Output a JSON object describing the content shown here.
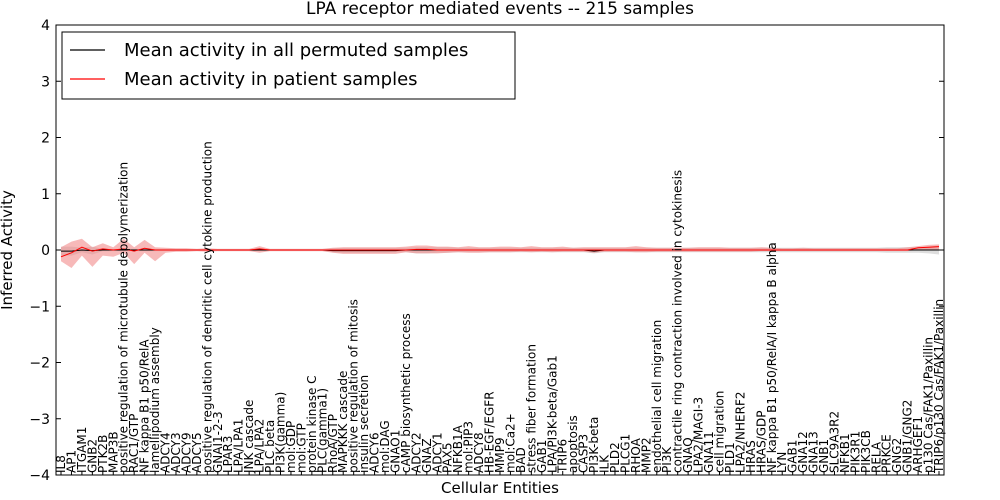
{
  "chart_data": {
    "type": "line",
    "title": "LPA receptor mediated events -- 215 samples",
    "xlabel": "Cellular Entities",
    "ylabel": "Inferred Activity",
    "ylim": [
      -4,
      4
    ],
    "yticks": [
      "−4",
      "−3",
      "−2",
      "−1",
      "0",
      "1",
      "2",
      "3",
      "4"
    ],
    "legend_position": "top-left",
    "colors": {
      "permuted": "#000000",
      "patient": "#ff0000",
      "patient_band": "#f08080",
      "permuted_band": "#c8c8c8"
    },
    "categories": [
      "IL8",
      "AP1",
      "ITGAM1",
      "GNB2",
      "PTK2B",
      "MAP3B",
      "positive regulation of microtubule depolymerization",
      "RAC1/GTP",
      "NF kappa B1 p50/RelA",
      "lamellipodium assembly",
      "ADCY4",
      "ADCY3",
      "ADCY9",
      "ADCY5",
      "positive regulation of dendritic cell cytokine production",
      "GNAI1-2-3",
      "LPAR3",
      "LPA/LPA1",
      "JNK cascade",
      "LPA/LPA2",
      "PLC beta",
      "PI3K(gamma)",
      "mol:GDP",
      "mol:GTP",
      "protein kinase C",
      "PLC(gamma1)",
      "RhoA/GTP",
      "MAPKKK cascade",
      "positive regulation of mitosis",
      "insulin secretion",
      "ADCY6",
      "mol:DAG",
      "GNAO1",
      "cAMP biosynthetic process",
      "ADCY2",
      "GNAZ",
      "ADCY1",
      "PAX5",
      "NFKB1A",
      "mol:PIP3",
      "ADCY8",
      "HB-EGF/EGFR",
      "MMP9",
      "mol:Ca2+",
      "BAD",
      "stress fiber formation",
      "GAB1",
      "LPA/PI3K-beta/Gab1",
      "TRIP6",
      "apoptosis",
      "CASP3",
      "PI3K-beta",
      "ILK",
      "PLD2",
      "PLCG1",
      "RHOA",
      "MMP2",
      "endothelial cell migration",
      "PI3K",
      "contractile ring contraction involved in cytokinesis",
      "GNAQ",
      "LPA2/MAGI-3",
      "GNA11",
      "cell migration",
      "PLD1",
      "LPA2/NHERF2",
      "HRAS",
      "HRAS/GDP",
      "NF kappa B1 p50/RelA/I kappa B alpha",
      "LYN",
      "GAB1",
      "GNA12",
      "GNA13",
      "GNB1",
      "SLC9A3R2",
      "NFKB1",
      "PIK3R1",
      "PIK3CB",
      "RELA",
      "PRKCE",
      "GNG2",
      "GNB1/GNG2",
      "ARHGEF1",
      "p130 Cas/FAK1/Paxillin",
      "TRIP6/p130 Cas/FAK1/Paxillin"
    ],
    "series": [
      {
        "name": "Mean activity in all permuted samples",
        "values": [
          -0.02,
          -0.02,
          0.0,
          -0.01,
          0.0,
          0.0,
          0.0,
          0.0,
          0.0,
          0.0,
          0.0,
          0.0,
          0.0,
          0.0,
          0.0,
          0.0,
          0.0,
          0.0,
          0.0,
          0.0,
          0.0,
          0.0,
          0.0,
          0.0,
          0.0,
          0.0,
          -0.01,
          -0.01,
          -0.01,
          -0.01,
          -0.01,
          -0.01,
          -0.01,
          0.0,
          0.0,
          0.0,
          0.0,
          0.0,
          0.0,
          0.0,
          0.0,
          0.0,
          0.0,
          0.0,
          0.0,
          0.0,
          0.0,
          0.0,
          0.0,
          0.0,
          0.0,
          -0.02,
          0.0,
          0.0,
          0.0,
          0.0,
          0.0,
          0.0,
          0.0,
          0.0,
          0.0,
          0.0,
          0.0,
          0.0,
          0.0,
          0.0,
          0.0,
          0.0,
          0.0,
          0.0,
          0.0,
          0.0,
          0.0,
          0.0,
          0.0,
          0.0,
          0.0,
          0.0,
          0.0,
          0.0,
          0.0,
          0.0,
          0.0,
          0.0,
          0.0
        ],
        "lower": [
          -0.1,
          -0.1,
          -0.04,
          -0.08,
          -0.02,
          -0.02,
          -0.02,
          -0.02,
          -0.02,
          -0.02,
          -0.02,
          -0.02,
          -0.02,
          -0.02,
          -0.02,
          -0.02,
          -0.02,
          -0.02,
          -0.02,
          -0.02,
          -0.02,
          -0.02,
          -0.02,
          -0.02,
          -0.02,
          -0.02,
          -0.04,
          -0.05,
          -0.05,
          -0.05,
          -0.05,
          -0.05,
          -0.04,
          -0.04,
          -0.06,
          -0.06,
          -0.05,
          -0.05,
          -0.04,
          -0.04,
          -0.04,
          -0.04,
          -0.04,
          -0.04,
          -0.04,
          -0.04,
          -0.04,
          -0.04,
          -0.04,
          -0.04,
          -0.04,
          -0.06,
          -0.04,
          -0.04,
          -0.04,
          -0.04,
          -0.04,
          -0.04,
          -0.04,
          -0.04,
          -0.04,
          -0.04,
          -0.04,
          -0.04,
          -0.04,
          -0.04,
          -0.04,
          -0.04,
          -0.04,
          -0.04,
          -0.04,
          -0.04,
          -0.04,
          -0.04,
          -0.04,
          -0.04,
          -0.04,
          -0.04,
          -0.04,
          -0.05,
          -0.05,
          -0.05,
          -0.05,
          -0.06,
          -0.08
        ],
        "upper": [
          0.06,
          0.06,
          0.04,
          0.06,
          0.02,
          0.02,
          0.02,
          0.02,
          0.02,
          0.02,
          0.02,
          0.02,
          0.02,
          0.02,
          0.02,
          0.02,
          0.02,
          0.02,
          0.02,
          0.02,
          0.02,
          0.02,
          0.02,
          0.02,
          0.02,
          0.02,
          0.03,
          0.04,
          0.04,
          0.04,
          0.04,
          0.04,
          0.04,
          0.04,
          0.05,
          0.05,
          0.05,
          0.05,
          0.04,
          0.04,
          0.04,
          0.04,
          0.04,
          0.04,
          0.04,
          0.04,
          0.04,
          0.04,
          0.04,
          0.04,
          0.04,
          0.04,
          0.04,
          0.04,
          0.04,
          0.04,
          0.04,
          0.04,
          0.04,
          0.04,
          0.04,
          0.04,
          0.04,
          0.04,
          0.04,
          0.04,
          0.04,
          0.04,
          0.04,
          0.04,
          0.04,
          0.04,
          0.04,
          0.04,
          0.04,
          0.04,
          0.04,
          0.04,
          0.04,
          0.05,
          0.05,
          0.05,
          0.05,
          0.06,
          0.08
        ]
      },
      {
        "name": "Mean activity in patient samples",
        "values": [
          -0.12,
          -0.05,
          0.05,
          -0.02,
          0.02,
          0.0,
          0.02,
          -0.02,
          0.03,
          0.0,
          0.0,
          0.0,
          0.0,
          0.0,
          0.0,
          0.0,
          0.0,
          0.0,
          0.0,
          0.02,
          0.0,
          0.0,
          0.0,
          0.0,
          0.0,
          0.0,
          0.0,
          0.0,
          0.0,
          0.0,
          0.0,
          0.0,
          0.0,
          0.0,
          0.01,
          0.01,
          0.0,
          0.0,
          0.0,
          0.0,
          0.0,
          0.0,
          0.0,
          0.0,
          0.0,
          0.0,
          0.0,
          0.0,
          0.0,
          0.0,
          0.0,
          0.0,
          0.0,
          0.0,
          0.0,
          0.0,
          0.0,
          0.0,
          0.0,
          0.0,
          0.0,
          0.0,
          0.0,
          0.0,
          0.0,
          0.0,
          0.0,
          0.0,
          0.0,
          0.0,
          0.0,
          0.0,
          0.0,
          0.0,
          0.0,
          0.0,
          0.0,
          0.0,
          0.0,
          0.0,
          0.0,
          0.0,
          0.04,
          0.05,
          0.06
        ],
        "lower": [
          -0.2,
          -0.32,
          -0.1,
          -0.3,
          -0.1,
          -0.12,
          -0.05,
          -0.25,
          -0.05,
          -0.2,
          -0.05,
          -0.03,
          -0.03,
          -0.02,
          -0.03,
          -0.02,
          -0.02,
          -0.02,
          -0.02,
          -0.05,
          -0.02,
          -0.02,
          -0.02,
          -0.02,
          -0.02,
          -0.02,
          -0.05,
          -0.07,
          -0.07,
          -0.07,
          -0.07,
          -0.07,
          -0.07,
          -0.04,
          -0.06,
          -0.06,
          -0.06,
          -0.05,
          -0.04,
          -0.05,
          -0.05,
          -0.04,
          -0.04,
          -0.04,
          -0.03,
          -0.04,
          -0.03,
          -0.04,
          -0.03,
          -0.03,
          -0.03,
          -0.05,
          -0.03,
          -0.03,
          -0.03,
          -0.04,
          -0.04,
          -0.03,
          -0.03,
          -0.03,
          -0.03,
          -0.03,
          -0.03,
          -0.03,
          -0.03,
          -0.03,
          -0.03,
          -0.02,
          -0.02,
          -0.02,
          -0.02,
          -0.02,
          -0.02,
          -0.02,
          -0.02,
          -0.02,
          -0.02,
          -0.02,
          -0.02,
          -0.02,
          -0.02,
          -0.02,
          0.0,
          0.0,
          0.01
        ],
        "upper": [
          0.05,
          0.15,
          0.2,
          0.05,
          0.12,
          0.05,
          0.2,
          0.05,
          0.18,
          0.05,
          0.04,
          0.03,
          0.03,
          0.02,
          0.03,
          0.02,
          0.02,
          0.02,
          0.02,
          0.07,
          0.02,
          0.02,
          0.02,
          0.02,
          0.02,
          0.02,
          0.04,
          0.05,
          0.05,
          0.05,
          0.05,
          0.05,
          0.05,
          0.06,
          0.08,
          0.08,
          0.06,
          0.06,
          0.05,
          0.07,
          0.05,
          0.05,
          0.06,
          0.06,
          0.05,
          0.07,
          0.05,
          0.05,
          0.06,
          0.04,
          0.05,
          0.05,
          0.05,
          0.05,
          0.05,
          0.07,
          0.05,
          0.04,
          0.04,
          0.04,
          0.04,
          0.05,
          0.05,
          0.05,
          0.04,
          0.04,
          0.04,
          0.05,
          0.04,
          0.03,
          0.03,
          0.04,
          0.03,
          0.03,
          0.03,
          0.03,
          0.03,
          0.03,
          0.03,
          0.03,
          0.03,
          0.05,
          0.07,
          0.09,
          0.1
        ]
      }
    ]
  }
}
